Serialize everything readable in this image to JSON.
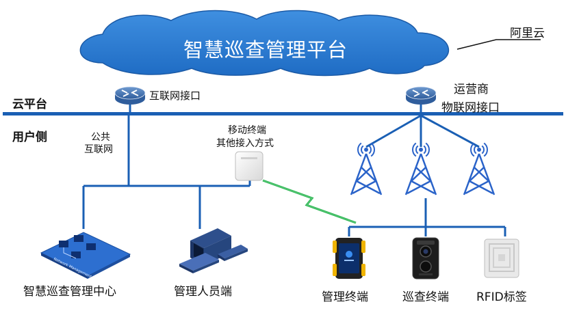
{
  "platform": {
    "title": "智慧巡查管理平台",
    "provider": "阿里云"
  },
  "layers": {
    "cloud": "云平台",
    "user": "用户侧"
  },
  "interfaces": {
    "internet": "互联网接口",
    "operator_line1": "运营商",
    "operator_line2": "物联网接口"
  },
  "network": {
    "public_line1": "公共",
    "public_line2": "互联网"
  },
  "mobile_access": {
    "line1": "移动终端",
    "line2": "其他接入方式"
  },
  "endpoints": {
    "center": "智慧巡查管理中心",
    "admin": "管理人员端",
    "mgmt_terminal": "管理终端",
    "patrol_terminal": "巡查终端",
    "rfid": "RFID标签"
  },
  "icon_labels": {
    "network_management": "Network Management"
  },
  "colors": {
    "line_blue": "#1a5fb4",
    "cloud_fill": "#2a7ad3",
    "tower_blue": "#2a63c9",
    "green_link": "#22b14c",
    "terminal_yellow": "#f0b400"
  }
}
